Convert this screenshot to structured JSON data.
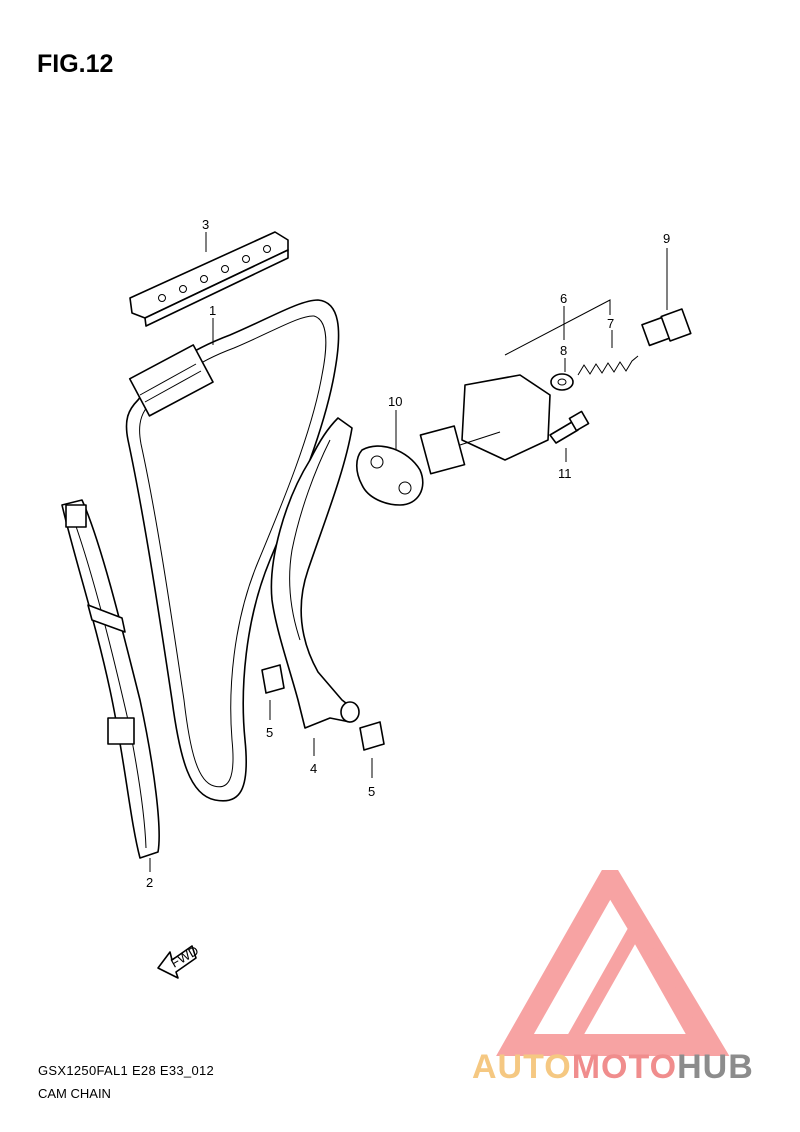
{
  "figure": {
    "title": "FIG.12"
  },
  "footer": {
    "model_code": "GSX1250FAL1 E28 E33_012",
    "diagram_name": "CAM CHAIN"
  },
  "fwd_label": "FWD",
  "watermark": {
    "part1": "AUTO",
    "part2": "MOTO",
    "part3": "HUB",
    "colors": {
      "auto": "#f5c882",
      "moto": "#f08d8d",
      "hub": "#8c8c8c",
      "logo": "#f7a3a3"
    }
  },
  "callouts": {
    "c1": "1",
    "c2": "2",
    "c3": "3",
    "c4": "4",
    "c5a": "5",
    "c5b": "5",
    "c6": "6",
    "c7": "7",
    "c8": "8",
    "c9": "9",
    "c10": "10",
    "c11": "11"
  }
}
